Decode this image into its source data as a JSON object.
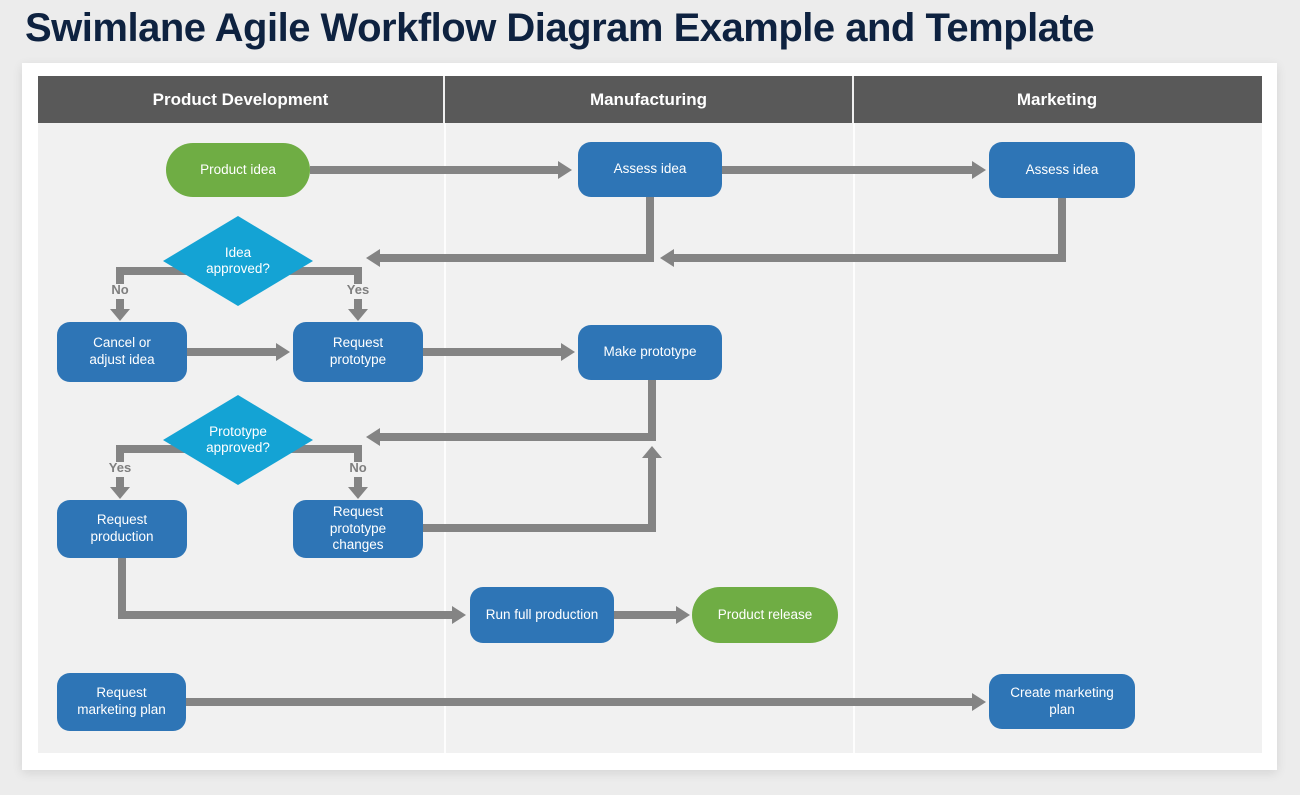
{
  "page": {
    "title": "Swimlane Agile Workflow Diagram Example and Template"
  },
  "lanes": [
    {
      "id": "product-development",
      "label": "Product Development"
    },
    {
      "id": "manufacturing",
      "label": "Manufacturing"
    },
    {
      "id": "marketing",
      "label": "Marketing"
    }
  ],
  "nodes": {
    "product_idea": {
      "label": "Product idea",
      "type": "terminator",
      "lane": "Product Development"
    },
    "assess_idea_mfg": {
      "label": "Assess idea",
      "type": "process",
      "lane": "Manufacturing"
    },
    "assess_idea_mkt": {
      "label": "Assess idea",
      "type": "process",
      "lane": "Marketing"
    },
    "idea_approved": {
      "label": "Idea\napproved?",
      "type": "decision",
      "lane": "Product Development"
    },
    "cancel_or_adjust_idea": {
      "label": "Cancel or\nadjust idea",
      "type": "process",
      "lane": "Product Development"
    },
    "request_prototype": {
      "label": "Request\nprototype",
      "type": "process",
      "lane": "Product Development"
    },
    "make_prototype": {
      "label": "Make prototype",
      "type": "process",
      "lane": "Manufacturing"
    },
    "prototype_approved": {
      "label": "Prototype\napproved?",
      "type": "decision",
      "lane": "Product Development"
    },
    "request_production": {
      "label": "Request\nproduction",
      "type": "process",
      "lane": "Product Development"
    },
    "request_prototype_changes": {
      "label": "Request\nprototype\nchanges",
      "type": "process",
      "lane": "Product Development"
    },
    "run_full_production": {
      "label": "Run full production",
      "type": "process",
      "lane": "Manufacturing"
    },
    "product_release": {
      "label": "Product release",
      "type": "terminator",
      "lane": "Manufacturing"
    },
    "request_marketing_plan": {
      "label": "Request\nmarketing plan",
      "type": "process",
      "lane": "Product Development"
    },
    "create_marketing_plan": {
      "label": "Create marketing\nplan",
      "type": "process",
      "lane": "Marketing"
    }
  },
  "branch_labels": {
    "idea_no": "No",
    "idea_yes": "Yes",
    "prototype_yes": "Yes",
    "prototype_no": "No"
  },
  "colors": {
    "process_blue": "#2e75b6",
    "decision_cyan": "#14a3d4",
    "terminator_green": "#6fad44",
    "arrow_gray": "#848484",
    "lane_header_gray": "#595959",
    "title_navy": "#0e2240"
  }
}
